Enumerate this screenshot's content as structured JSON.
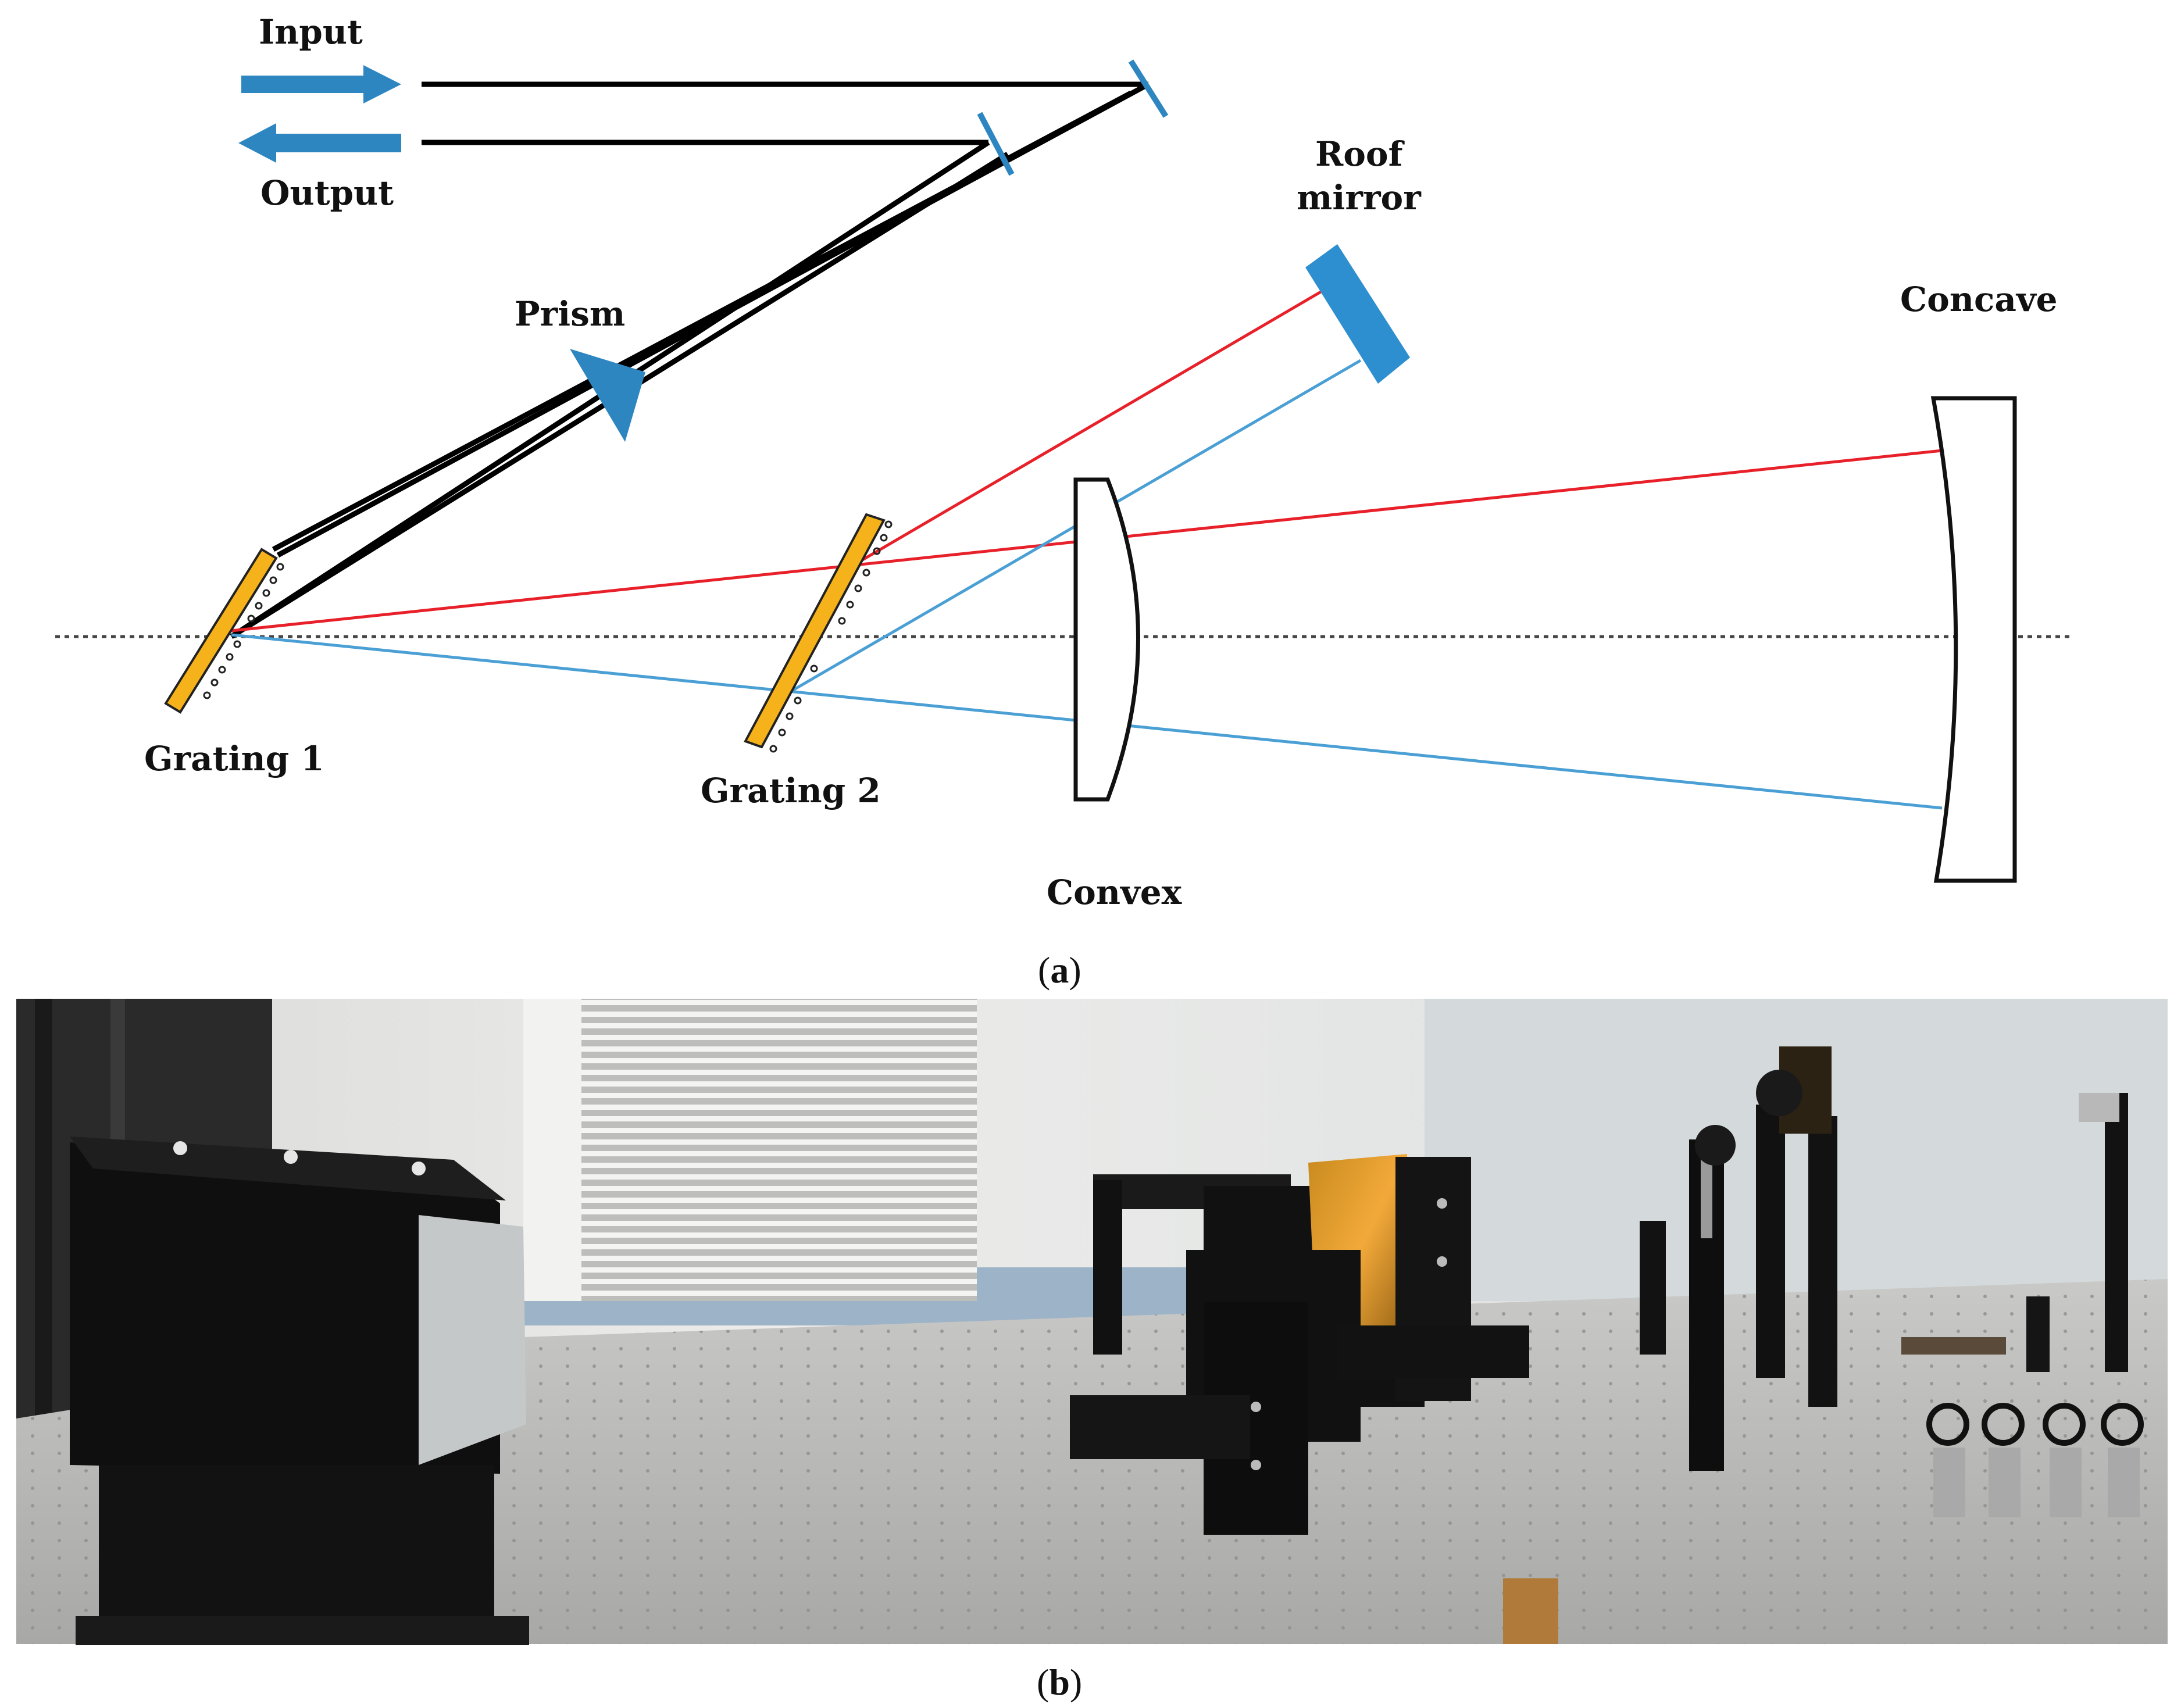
{
  "diagram": {
    "labels": {
      "input": "Input",
      "output": "Output",
      "prism": "Prism",
      "roof_mirror_line1": "Roof",
      "roof_mirror_line2": "mirror",
      "concave": "Concave",
      "grating1": "Grating 1",
      "grating2": "Grating 2",
      "convex": "Convex"
    },
    "colors": {
      "red_beam": "#e8202a",
      "blue_beam": "#4a9fd4",
      "black_beam": "#000000",
      "arrow_blue": "#2e86c1",
      "grating_fill": "#f5b21a",
      "roof_mirror": "#2e8fd0"
    }
  },
  "captions": {
    "a": {
      "open": "(",
      "letter": "a",
      "close": ")"
    },
    "b": {
      "open": "(",
      "letter": "b",
      "close": ")"
    }
  },
  "photo": {
    "description_icon": "lab-optical-table-photo"
  }
}
